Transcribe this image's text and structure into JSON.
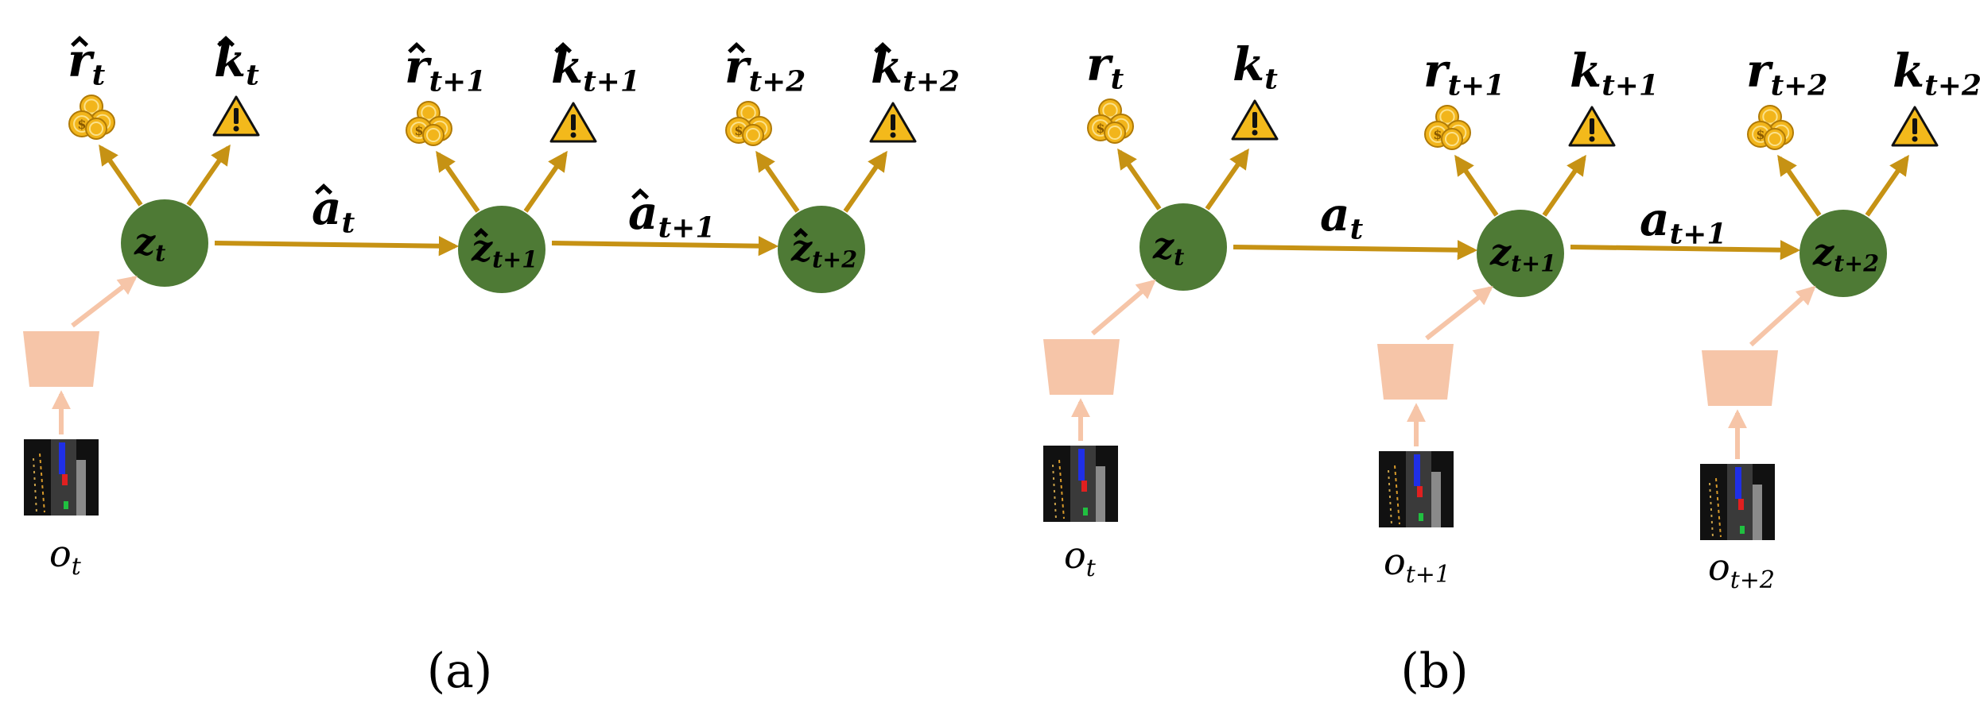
{
  "colors": {
    "node_fill": "#4e7a35",
    "arrow_gold": "#c69214",
    "encoder_peach": "#f6c5a8",
    "coin_gold": "#f2b51b",
    "warning_yellow": "#f3b91b",
    "text": "#000000",
    "observation_bg": "#111111"
  },
  "panels": [
    {
      "caption": "(a)",
      "nodes": [
        {
          "hat": false,
          "base": "z",
          "sub": "t"
        },
        {
          "hat": true,
          "base": "z",
          "sub": "t+1"
        },
        {
          "hat": true,
          "base": "z",
          "sub": "t+2"
        }
      ],
      "actions": [
        {
          "hat": true,
          "base": "a",
          "sub": "t"
        },
        {
          "hat": true,
          "base": "a",
          "sub": "t+1"
        }
      ],
      "rewards": [
        {
          "hat": true,
          "base": "r",
          "sub": "t"
        },
        {
          "hat": true,
          "base": "r",
          "sub": "t+1"
        },
        {
          "hat": true,
          "base": "r",
          "sub": "t+2"
        }
      ],
      "costs": [
        {
          "hat": true,
          "base": "k",
          "sub": "t"
        },
        {
          "hat": true,
          "base": "k",
          "sub": "t+1"
        },
        {
          "hat": true,
          "base": "k",
          "sub": "t+2"
        }
      ],
      "observations": [
        {
          "base": "o",
          "sub": "t"
        }
      ]
    },
    {
      "caption": "(b)",
      "nodes": [
        {
          "hat": false,
          "base": "z",
          "sub": "t"
        },
        {
          "hat": false,
          "base": "z",
          "sub": "t+1"
        },
        {
          "hat": false,
          "base": "z",
          "sub": "t+2"
        }
      ],
      "actions": [
        {
          "hat": false,
          "base": "a",
          "sub": "t"
        },
        {
          "hat": false,
          "base": "a",
          "sub": "t+1"
        }
      ],
      "rewards": [
        {
          "hat": false,
          "base": "r",
          "sub": "t"
        },
        {
          "hat": false,
          "base": "r",
          "sub": "t+1"
        },
        {
          "hat": false,
          "base": "r",
          "sub": "t+2"
        }
      ],
      "costs": [
        {
          "hat": false,
          "base": "k",
          "sub": "t"
        },
        {
          "hat": false,
          "base": "k",
          "sub": "t+1"
        },
        {
          "hat": false,
          "base": "k",
          "sub": "t+2"
        }
      ],
      "observations": [
        {
          "base": "o",
          "sub": "t"
        },
        {
          "base": "o",
          "sub": "t+1"
        },
        {
          "base": "o",
          "sub": "t+2"
        }
      ]
    }
  ],
  "icons": {
    "reward": "coin-stack-icon",
    "cost": "warning-triangle-icon"
  }
}
